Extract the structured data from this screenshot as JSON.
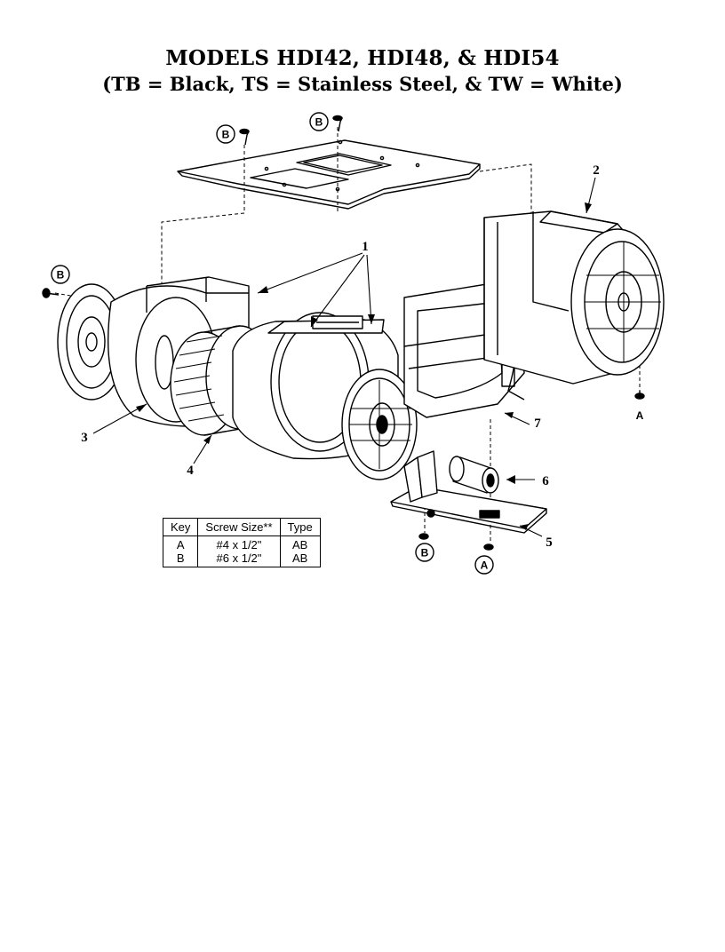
{
  "header": {
    "title": "MODELS HDI42, HDI48, & HDI54",
    "subtitle": "(TB = Black, TS = Stainless Steel, & TW = White)"
  },
  "callouts": {
    "part_1": "1",
    "part_2": "2",
    "part_3": "3",
    "part_4": "4",
    "part_5": "5",
    "part_6": "6",
    "part_7": "7"
  },
  "screw_labels": {
    "top_left": "B",
    "top_right": "B",
    "left_side": "B",
    "right_bottom": "A",
    "bracket_left": "B",
    "bracket_right": "A"
  },
  "screw_key": {
    "headers": [
      "Key",
      "Screw Size**",
      "Type"
    ],
    "rows": [
      [
        "A",
        "#4 x 1/2\"",
        "AB"
      ],
      [
        "B",
        "#6 x 1/2\"",
        "AB"
      ]
    ]
  }
}
